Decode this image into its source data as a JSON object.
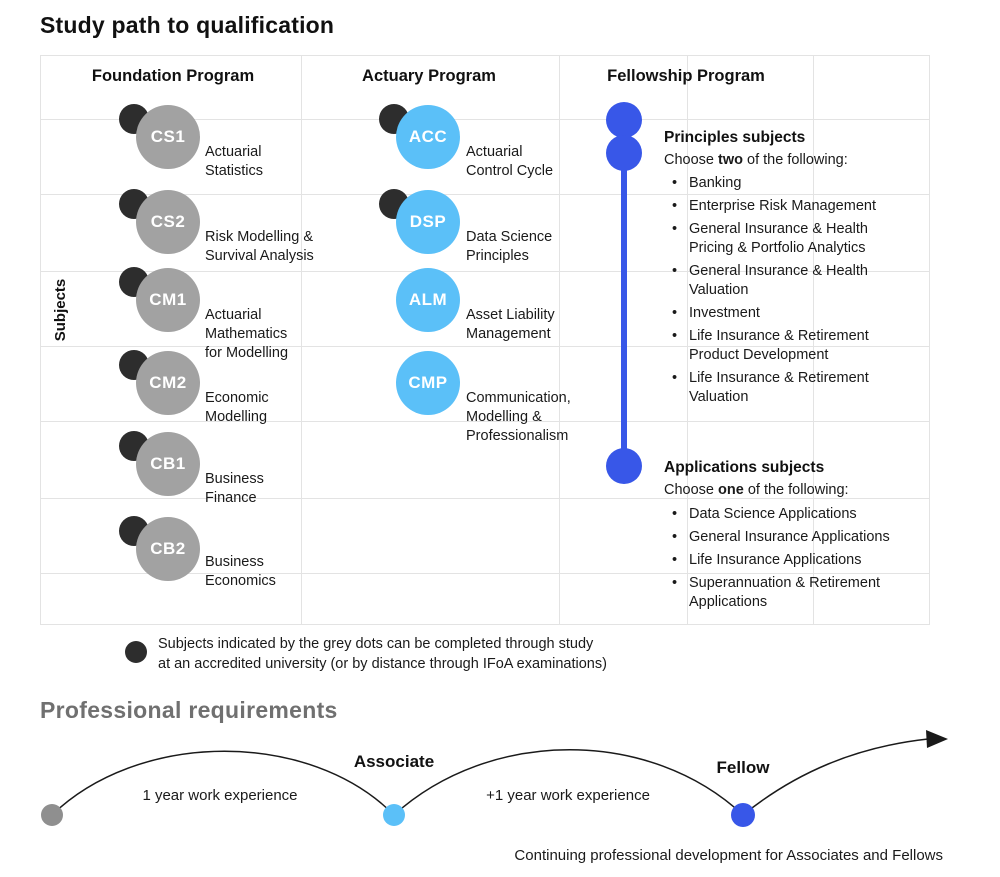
{
  "title": "Study path to qualification",
  "axis_label": "Subjects",
  "columns": {
    "foundation": {
      "header": "Foundation Program",
      "subjects": [
        {
          "code": "CS1",
          "label": [
            "Actuarial",
            "Statistics"
          ],
          "university_dot": true
        },
        {
          "code": "CS2",
          "label": [
            "Risk Modelling &",
            "Survival Analysis"
          ],
          "university_dot": true
        },
        {
          "code": "CM1",
          "label": [
            "Actuarial",
            "Mathematics",
            "for Modelling"
          ],
          "university_dot": true
        },
        {
          "code": "CM2",
          "label": [
            "Economic",
            "Modelling"
          ],
          "university_dot": true
        },
        {
          "code": "CB1",
          "label": [
            "Business",
            "Finance"
          ],
          "university_dot": true
        },
        {
          "code": "CB2",
          "label": [
            "Business",
            "Economics"
          ],
          "university_dot": true
        }
      ]
    },
    "actuary": {
      "header": "Actuary Program",
      "subjects": [
        {
          "code": "ACC",
          "label": [
            "Actuarial",
            "Control Cycle"
          ],
          "university_dot": true
        },
        {
          "code": "DSP",
          "label": [
            "Data Science",
            "Principles"
          ],
          "university_dot": true
        },
        {
          "code": "ALM",
          "label": [
            "Asset Liability",
            "Management"
          ],
          "university_dot": false
        },
        {
          "code": "CMP",
          "label": [
            "Communication,",
            "Modelling &",
            "Professionalism"
          ],
          "university_dot": false
        }
      ]
    },
    "fellowship": {
      "header": "Fellowship Program",
      "principles": {
        "heading": "Principles subjects",
        "choose": {
          "prefix": "Choose ",
          "emphasis": "two",
          "suffix": " of the following:"
        },
        "items": [
          "Banking",
          "Enterprise Risk Management",
          [
            "General Insurance & Health",
            "Pricing & Portfolio Analytics"
          ],
          [
            "General Insurance & Health",
            "Valuation"
          ],
          "Investment",
          [
            "Life Insurance & Retirement",
            "Product Development"
          ],
          [
            "Life Insurance & Retirement",
            "Valuation"
          ]
        ]
      },
      "applications": {
        "heading": "Applications subjects",
        "choose": {
          "prefix": "Choose ",
          "emphasis": "one",
          "suffix": " of the following:"
        },
        "items": [
          "Data Science Applications",
          "General Insurance Applications",
          "Life Insurance Applications",
          [
            "Superannuation & Retirement",
            "Applications"
          ]
        ]
      }
    }
  },
  "legend": {
    "text": [
      "Subjects indicated by the grey dots can be completed through study",
      "at an accredited university (or by distance through IFoA examinations)"
    ]
  },
  "professional": {
    "title": "Professional requirements",
    "milestones": {
      "associate": "Associate",
      "fellow": "Fellow"
    },
    "segments": {
      "first": "1 year work experience",
      "second": "+1 year work experience"
    },
    "footer": "Continuing professional development for Associates and Fellows"
  },
  "colors": {
    "grey-circle": "#a2a2a2",
    "dark-dot": "#2d2d2d",
    "light-blue": "#5bc0f8",
    "royal-blue": "#3857e8",
    "grid-line": "#e3e3e3",
    "text-dark": "#1a1a1a",
    "grey-heading": "#707070"
  }
}
